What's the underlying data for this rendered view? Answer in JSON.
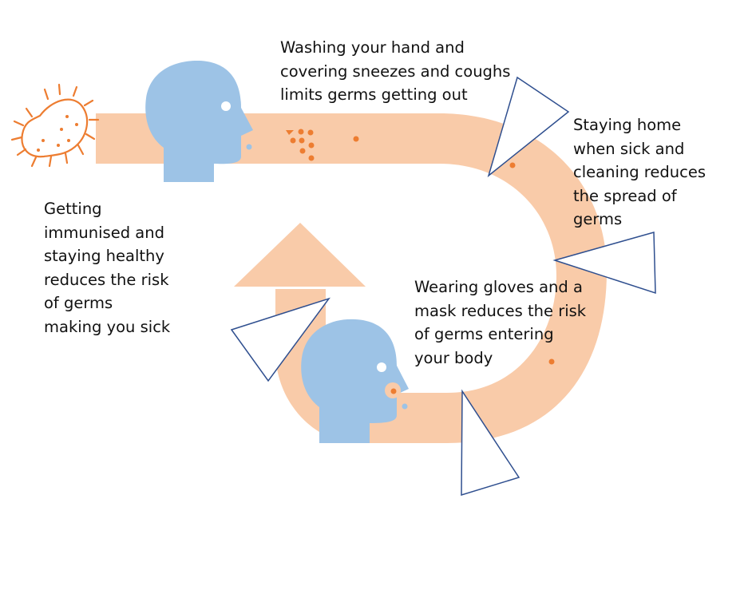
{
  "colors": {
    "background": "#ffffff",
    "band": "#f9cba9",
    "head": "#9dc3e6",
    "germ": "#ed7d31",
    "wedge_stroke": "#2f4f8f",
    "text": "#111111"
  },
  "icons": {
    "bacterium": "bacterium-icon",
    "head_top": "human-head-icon",
    "head_bottom": "human-head-icon",
    "arrow": "up-arrow-icon"
  },
  "labels": {
    "hygiene": [
      "Washing your hand and",
      "covering sneezes and coughs",
      "limits germs getting out"
    ],
    "home": [
      "Staying home",
      "when sick and",
      "cleaning reduces",
      "the spread of",
      "germs"
    ],
    "gloves": [
      "Wearing gloves and a",
      "mask reduces the risk",
      "of germs entering",
      "your body"
    ],
    "immunised": [
      "Getting",
      "immunised and",
      "staying healthy",
      "reduces the risk",
      "of germs",
      "making you sick"
    ]
  }
}
